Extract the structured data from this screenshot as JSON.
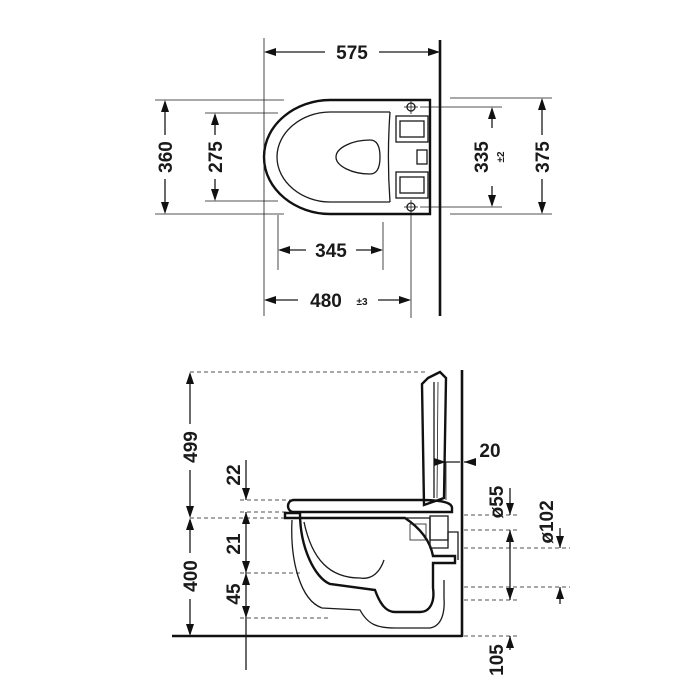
{
  "top_view": {
    "dims": {
      "overall_length": "575",
      "width": "360",
      "inner_width": "275",
      "bolt_spacing": "335",
      "bolt_tol": "±2",
      "wall_width": "375",
      "bowl_depth": "345",
      "length": "480",
      "length_tol": "±3"
    }
  },
  "side_view": {
    "dims": {
      "height_above": "499",
      "height_below": "400",
      "seat_gap": "22",
      "rim_drop": "21",
      "outlet_drop": "45",
      "wall_gap": "20",
      "inlet_diam": "ø55",
      "outlet_diam": "ø102",
      "floor_offset": "105"
    }
  }
}
